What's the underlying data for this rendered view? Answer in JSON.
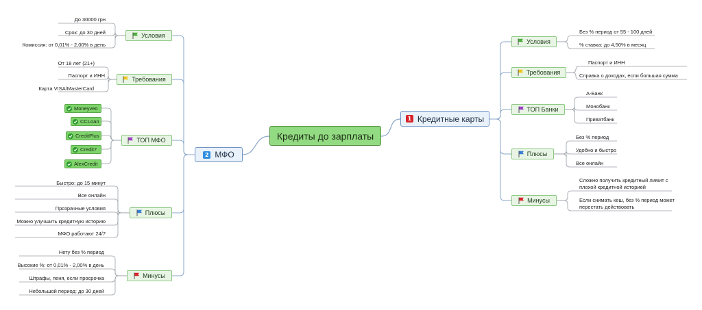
{
  "central": {
    "label": "Кредиты до зарплаты"
  },
  "mfo": {
    "badge": "2",
    "label": "МФО",
    "conditions": {
      "label": "Условия",
      "items": [
        "До 30000 грн",
        "Срок: до 30 дней",
        "Комиссия: от 0,01% - 2,00% в день"
      ]
    },
    "requirements": {
      "label": "Требования",
      "items": [
        "От 18 лет (21+)",
        "Паспорт и ИНН",
        "Карта VISA/MasterCard"
      ]
    },
    "top": {
      "label": "ТОП МФО",
      "items": [
        "Moneyveo",
        "CCLoan",
        "CreditPlus",
        "Credit7",
        "AlexCredit"
      ]
    },
    "pluses": {
      "label": "Плюсы",
      "items": [
        "Быстро: до 15 минут",
        "Все онлайн",
        "Прозрачные условия",
        "Можно улучшить кредитную историю",
        "МФО работают 24/7"
      ]
    },
    "minuses": {
      "label": "Минусы",
      "items": [
        "Нету без % период",
        "Высокие %: от 0,01% - 2,00% в день",
        "Штрафы, пеня, если просрочка",
        "Небольшой период: до 30 дней"
      ]
    }
  },
  "cards": {
    "badge": "1",
    "label": "Кредитные карты",
    "conditions": {
      "label": "Условия",
      "items": [
        "Без % период от 55 - 100 дней",
        "% ставка: до 4,50% в месяц"
      ]
    },
    "requirements": {
      "label": "Требования",
      "items": [
        "Паспорт и ИНН",
        "Справка о доходах, если большая сумма"
      ]
    },
    "top": {
      "label": "ТОП Банки",
      "items": [
        "А-Банк",
        "Монобанк",
        "Приватбанк"
      ]
    },
    "pluses": {
      "label": "Плюсы",
      "items": [
        "Без % период",
        "Удобно и быстро",
        "Все онлайн"
      ]
    },
    "minuses": {
      "label": "Минусы",
      "items": [
        [
          "Сложно получить кредитный лимит с",
          "плохой кредитной историей"
        ],
        [
          "Если снимать кеш, без % период может",
          "перестать действовать"
        ]
      ]
    }
  },
  "colors": {
    "flag_green": "#4caf3c",
    "flag_yellow": "#f0c419",
    "flag_purple": "#9b3fc2",
    "flag_blue": "#3a7fd6",
    "flag_red": "#d8232a",
    "line": "#8aa7c9",
    "leaf_line": "#9aa0a6"
  },
  "icons": {
    "flag": "flag-icon",
    "check": "check-icon",
    "number_badge": "number-badge-icon"
  }
}
